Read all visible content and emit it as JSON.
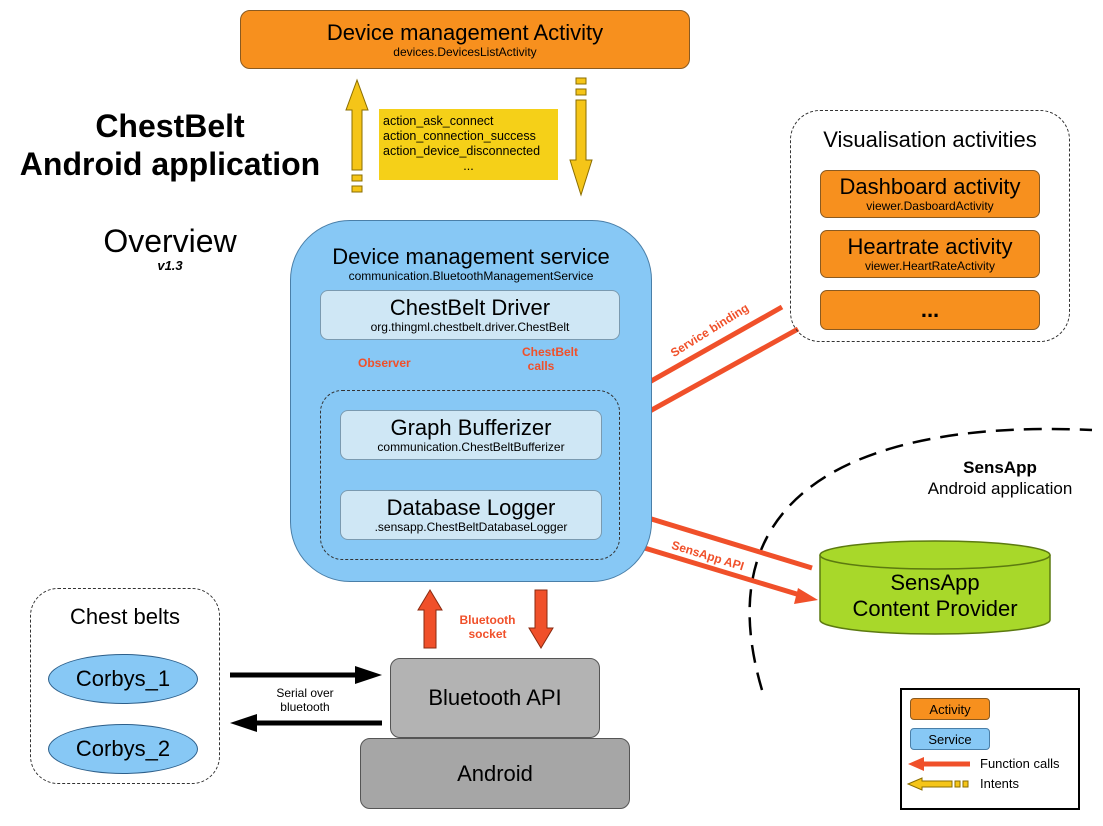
{
  "title": {
    "line1": "ChestBelt",
    "line2": "Android application"
  },
  "overview": {
    "label": "Overview",
    "version": "v1.3"
  },
  "device_mgmt_activity": {
    "title": "Device management Activity",
    "class": "devices.DevicesListActivity"
  },
  "intents_note": {
    "lines": [
      "action_ask_connect",
      "action_connection_success",
      "action_device_disconnected",
      "..."
    ]
  },
  "service": {
    "title": "Device management service",
    "class": "communication.BluetoothManagementService",
    "driver": {
      "title": "ChestBelt Driver",
      "class": "org.thingml.chestbelt.driver.ChestBelt"
    },
    "observer_label": "Observer",
    "chestbelt_calls_label": [
      "ChestBelt",
      "calls"
    ],
    "bufferizer": {
      "title": "Graph Bufferizer",
      "class": "communication.ChestBeltBufferizer"
    },
    "logger": {
      "title": "Database Logger",
      "class": ".sensapp.ChestBeltDatabaseLogger"
    }
  },
  "visualisation": {
    "title": "Visualisation activities",
    "dashboard": {
      "title": "Dashboard activity",
      "class": "viewer.DasboardActivity"
    },
    "heartrate": {
      "title": "Heartrate activity",
      "class": "viewer.HeartRateActivity"
    },
    "more": "..."
  },
  "service_binding_label": "Service binding",
  "sensapp_app": {
    "name": "SensApp",
    "subtitle": "Android application"
  },
  "sensapp_api_label": "SensApp API",
  "content_provider": {
    "line1": "SensApp",
    "line2": "Content Provider"
  },
  "bluetooth_socket_label": [
    "Bluetooth",
    "socket"
  ],
  "chest_belts": {
    "title": "Chest belts",
    "items": [
      "Corbys_1",
      "Corbys_2"
    ]
  },
  "serial_label": [
    "Serial over",
    "bluetooth"
  ],
  "bluetooth_api": "Bluetooth API",
  "android": "Android",
  "legend": {
    "activity": "Activity",
    "service": "Service",
    "function_calls": "Function calls",
    "intents": "Intents"
  },
  "colors": {
    "activity": "#f7901e",
    "service": "#87c8f5",
    "service_inner": "#cfe7f5",
    "content_provider": "#a8d82a",
    "function_arrow": "#f0502a",
    "intent_arrow": "#f5c518",
    "gray": "#b3b3b3"
  }
}
